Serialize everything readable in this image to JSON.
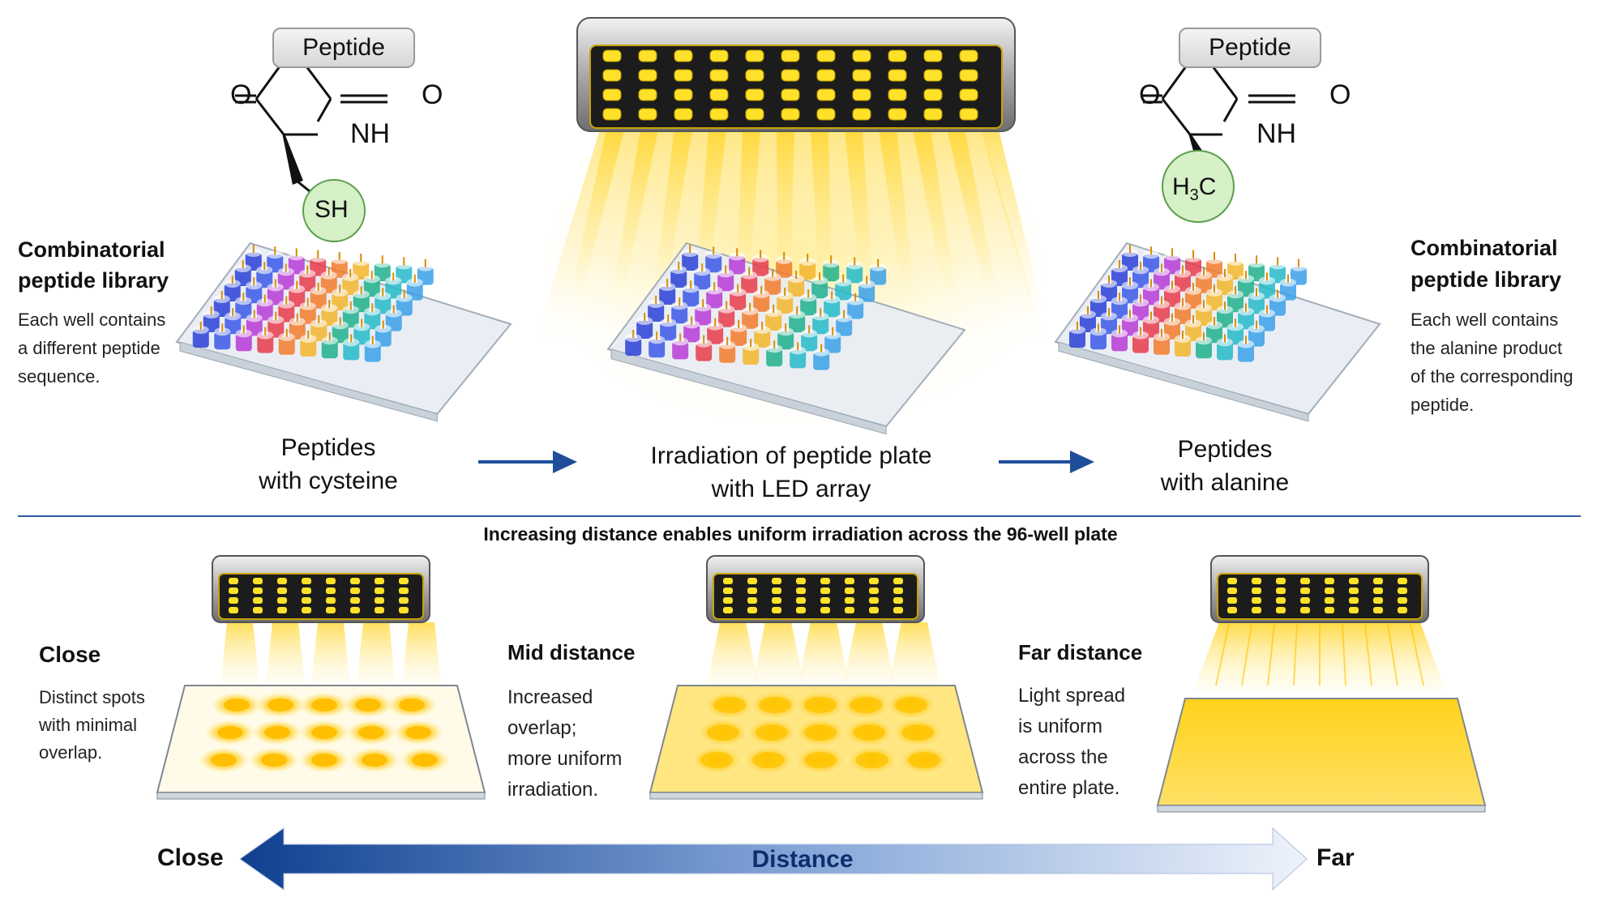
{
  "top": {
    "left_structure": {
      "box_label": "Peptide",
      "carbonyl_left": "O",
      "carbonyl_right": "O",
      "amine": "NH",
      "side_group": "SH"
    },
    "right_structure": {
      "box_label": "Peptide",
      "carbonyl_left": "O",
      "carbonyl_right": "O",
      "amine": "NH",
      "side_group_main": "H",
      "side_group_sub": "3",
      "side_group_tail": "C"
    },
    "left_panel": {
      "title_line1": "Combinatorial",
      "title_line2": "peptide library",
      "desc_line1": "Each well contains",
      "desc_line2": "a different peptide",
      "desc_line3": "sequence."
    },
    "right_panel": {
      "title_line1": "Combinatorial",
      "title_line2": "peptide library",
      "desc_line1": "Each well contains",
      "desc_line2": "the alanine product",
      "desc_line3": "of the corresponding",
      "desc_line4": "peptide."
    },
    "captions": {
      "left_line1": "Peptides",
      "left_line2": "with cysteine",
      "center_line1": "Irradiation of peptide plate",
      "center_line2": "with LED array",
      "right_line1": "Peptides",
      "right_line2": "with alanine"
    }
  },
  "bottom": {
    "heading": "Increasing distance enables uniform irradiation across the 96-well plate",
    "close": {
      "title": "Close",
      "line1": "Distinct spots",
      "line2": "with minimal",
      "line3": "overlap."
    },
    "mid": {
      "title": "Mid distance",
      "line1": "Increased",
      "line2": "overlap;",
      "line3": "more uniform",
      "line4": "irradiation."
    },
    "far": {
      "title": "Far distance",
      "line1": "Light spread",
      "line2": "is uniform",
      "line3": "across the",
      "line4": "entire plate."
    },
    "axis": {
      "left": "Close",
      "center": "Distance",
      "right": "Far"
    }
  },
  "colors": {
    "accent_blue": "#1f4e9a",
    "light_yellow": "#ffd21a",
    "led_dark": "#1c1c1c",
    "divider": "#2c5aa0"
  }
}
